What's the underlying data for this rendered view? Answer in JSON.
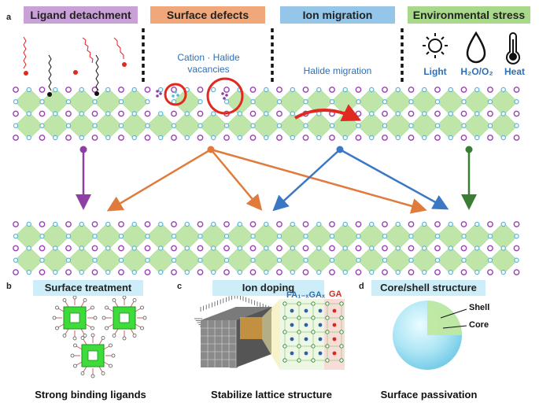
{
  "panels": {
    "a": "a",
    "b": "b",
    "c": "c",
    "d": "d"
  },
  "top_headers": [
    {
      "text": "Ligand detachment",
      "color": "#c9a0d8"
    },
    {
      "text": "Surface defects",
      "color": "#f0a77a"
    },
    {
      "text": "Ion migration",
      "color": "#94c6ea"
    },
    {
      "text": "Environmental stress",
      "color": "#a8d88a"
    }
  ],
  "defects_label": {
    "line1": "Cation · Halide",
    "line2": "vacancies"
  },
  "migration_label": "Halide migration",
  "stress": {
    "light": "Light",
    "humidity": "H₂O/O₂",
    "heat": "Heat"
  },
  "icons": {
    "light": "sun-icon",
    "humidity": "droplet-icon",
    "heat": "thermometer-icon"
  },
  "bottom_headers": {
    "b": "Surface treatment",
    "c": "Ion doping",
    "d": "Core/shell structure"
  },
  "doping": {
    "fa_label": "FA₁₋ₓGAₓ",
    "ga_label": "GA"
  },
  "coreshell": {
    "shell": "Shell",
    "core": "Core"
  },
  "captions": {
    "b": "Strong binding ligands",
    "c": "Stabilize lattice structure",
    "d": "Surface passivation"
  },
  "colors": {
    "purple": "#8e3fa3",
    "orange": "#e07b3c",
    "blue": "#3b78c4",
    "green": "#3a7d34",
    "red": "#e02a1f",
    "octahedron": "#b9e3a0"
  }
}
